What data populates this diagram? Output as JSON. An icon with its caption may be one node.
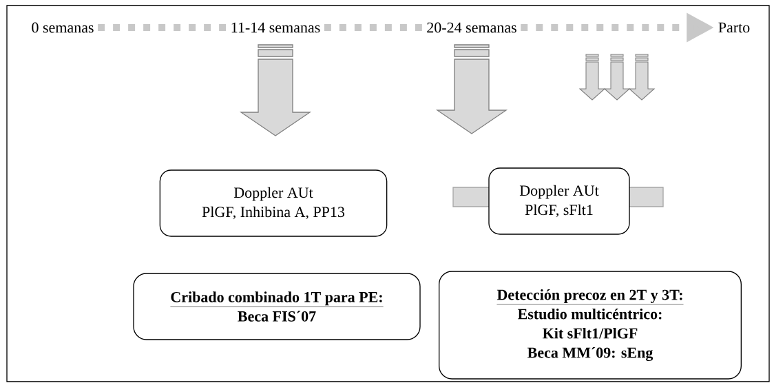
{
  "diagram": {
    "nodes": [
      {
        "text": [
          "0 semanas"
        ]
      },
      {
        "text": [
          "11-14 semanas"
        ]
      },
      {
        "text": [
          "20-24 semanas"
        ]
      },
      {
        "text": [
          "Parto"
        ]
      },
      {
        "text": [
          "Doppler AUt",
          "PlGF, Inhibina A, PP13"
        ]
      },
      {
        "text": [
          "Doppler AUt",
          "PlGF, sFlt1"
        ]
      },
      {
        "text": [
          "Cribado combinado 1T para PE:",
          "Beca FIS´07"
        ]
      },
      {
        "text": [
          "Detección precoz en 2T y 3T:",
          "Estudio multicéntrico:",
          "Kit sFlt1/PlGF",
          "Beca MM´09: sEng"
        ]
      }
    ],
    "edges": [
      {
        "from": 0,
        "to": 1,
        "arrow": "none",
        "style": "dashed"
      },
      {
        "from": 1,
        "to": 2,
        "arrow": "none",
        "style": "dashed"
      },
      {
        "from": 2,
        "to": 3,
        "arrow": "to",
        "style": "dashed"
      },
      {
        "from": 1,
        "to": 4,
        "arrow": "to",
        "style": "thick"
      },
      {
        "from": 2,
        "to": 5,
        "arrow": "to",
        "style": "thick"
      }
    ]
  }
}
